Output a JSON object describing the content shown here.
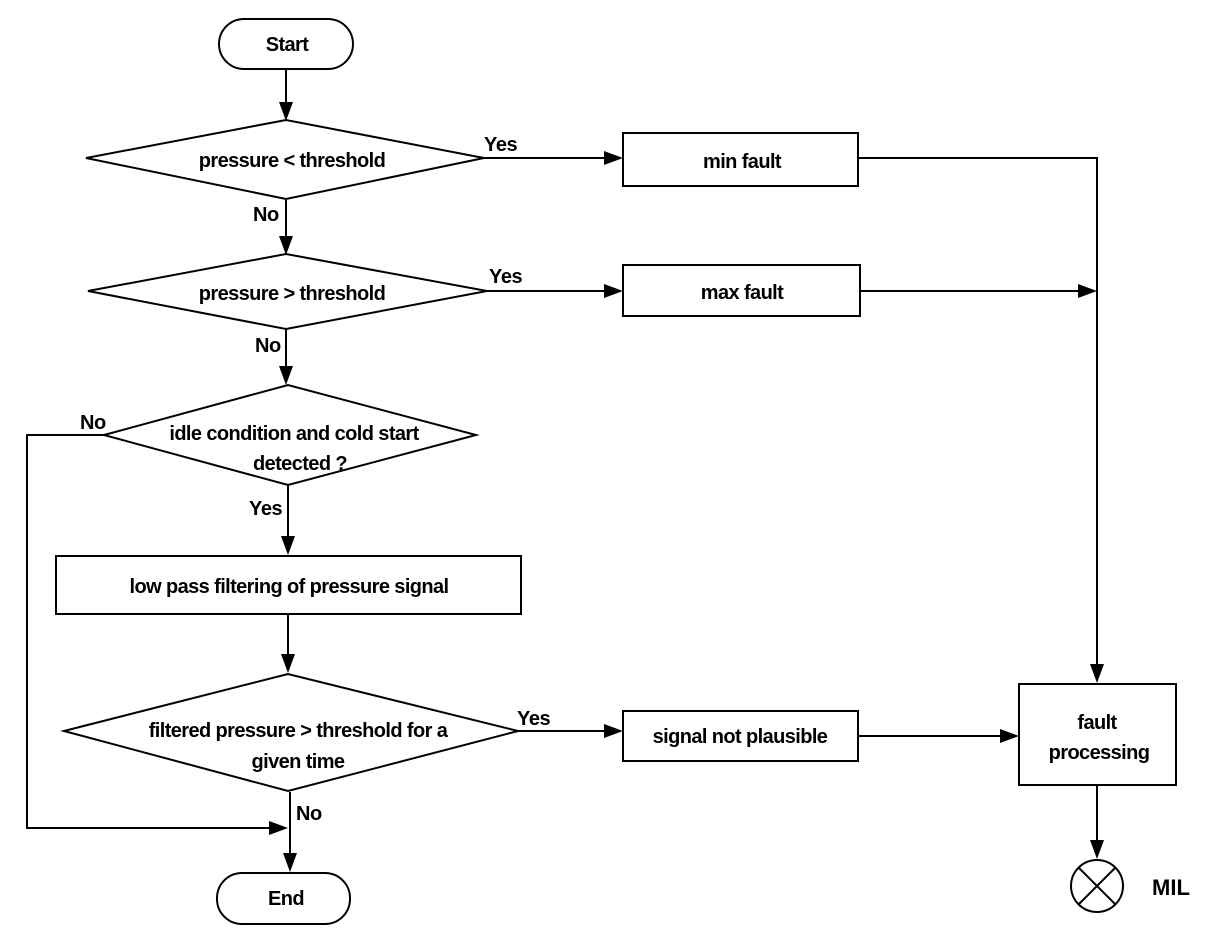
{
  "nodes": {
    "start": "Start",
    "check_min": "pressure < threshold",
    "min_fault": "min fault",
    "check_max": "pressure > threshold",
    "max_fault": "max fault",
    "idle_check": [
      "idle condition and cold start",
      "detected ?"
    ],
    "low_pass": "low pass filtering of pressure signal",
    "filtered_check": [
      "filtered pressure > threshold for a",
      "given time"
    ],
    "not_plausible": "signal not plausible",
    "fault_processing": [
      "fault",
      "processing"
    ],
    "end": "End",
    "mil": "MIL"
  },
  "edges": {
    "min_yes": "Yes",
    "min_no": "No",
    "max_yes": "Yes",
    "max_no": "No",
    "idle_no": "No",
    "idle_yes": "Yes",
    "filtered_yes": "Yes",
    "filtered_no": "No"
  }
}
